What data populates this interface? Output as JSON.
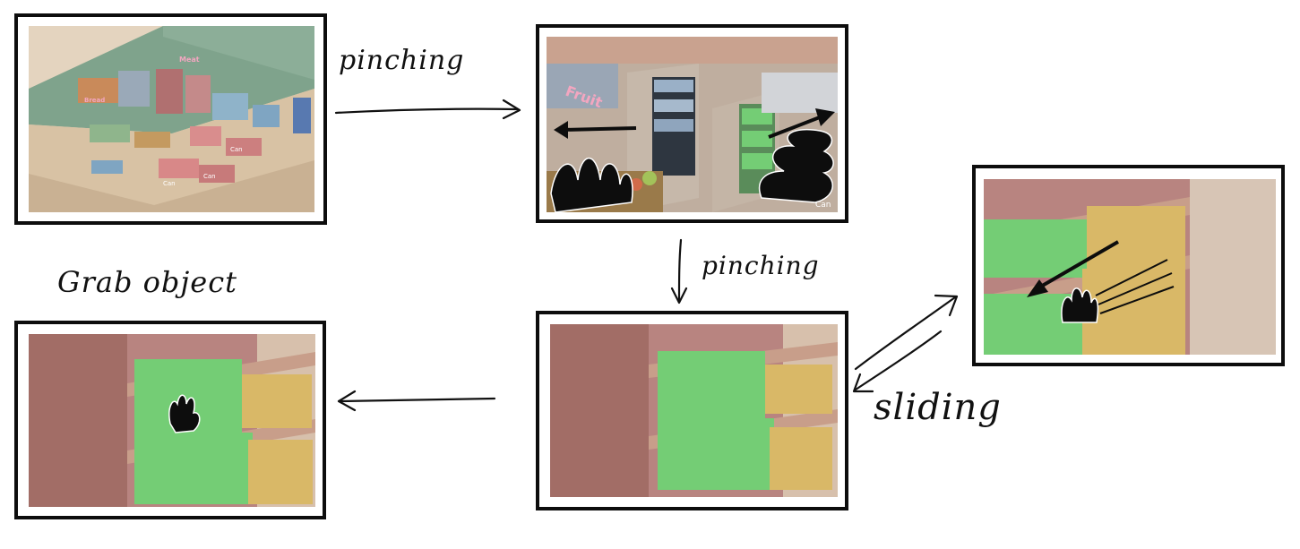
{
  "labels": {
    "pinching_top": "pinching",
    "pinching_right": "pinching",
    "sliding": "sliding",
    "grab_object": "Grab object"
  },
  "store_signs": {
    "overview_top": "Meat",
    "overview_left": "Bread",
    "overview_c1": "Can",
    "overview_c2": "Can",
    "overview_c3": "Can",
    "zoom_fruit": "Fruit",
    "zoom_corner": "Can"
  },
  "icons": [
    "hand-pinch-left-icon",
    "hand-pinch-right-icon",
    "hand-slide-icon",
    "hand-grab-icon"
  ],
  "colors": {
    "ink": "#0d0d0d",
    "wall_green": "#7fa38c",
    "floor": "#d8c2a4",
    "shelf_pink": "#b88480",
    "wall_tan": "#d7c0ac",
    "product_green": "#74cd75",
    "product_yellow": "#d9b867",
    "sign_pink": "#f3a6c0"
  }
}
